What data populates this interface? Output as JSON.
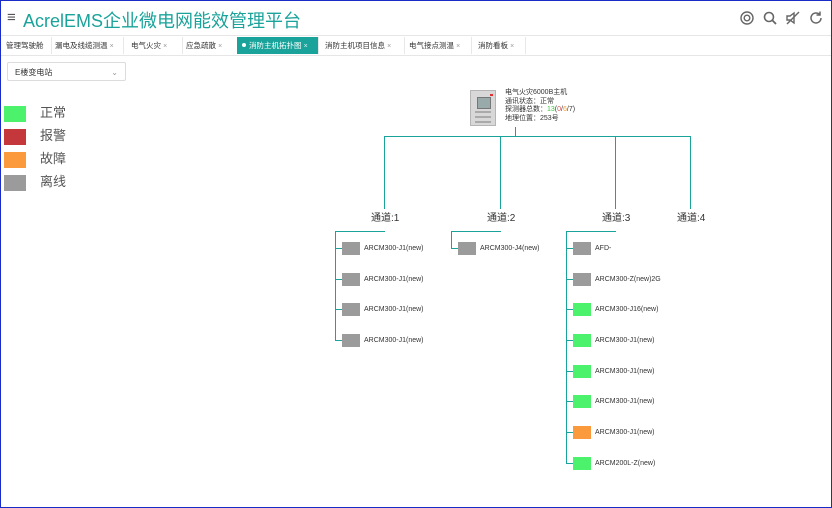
{
  "header": {
    "menu_icon": "hamburger-icon",
    "title": "AcrelEMS企业微电网能效管理平台",
    "icons": [
      "support-icon",
      "search-icon",
      "mute-icon",
      "refresh-icon"
    ]
  },
  "tabs": [
    {
      "label": "管理驾驶舱",
      "closable": false,
      "active": false
    },
    {
      "label": "漏电及线缆测温",
      "closable": true,
      "active": false
    },
    {
      "label": "电气火灾",
      "closable": true,
      "active": false
    },
    {
      "label": "应急疏散",
      "closable": true,
      "active": false
    },
    {
      "label": "消防主机拓扑图",
      "closable": true,
      "active": true
    },
    {
      "label": "消防主机项目信息",
      "closable": true,
      "active": false
    },
    {
      "label": "电气接点测温",
      "closable": true,
      "active": false
    },
    {
      "label": "消防看板",
      "closable": true,
      "active": false
    }
  ],
  "tab_close_symbol": "×",
  "station_select": {
    "value": "E楼变电站",
    "icon": "chevron-down-icon"
  },
  "legend": [
    {
      "label": "正常",
      "color": "#4cf26b"
    },
    {
      "label": "报警",
      "color": "#c4383b"
    },
    {
      "label": "故障",
      "color": "#fa9a3c"
    },
    {
      "label": "离线",
      "color": "#9b9b9b"
    }
  ],
  "host": {
    "name": "电气火灾6000B主机",
    "comm_status_label": "通讯状态：",
    "comm_status": "正常",
    "detector_label": "探测器总数：",
    "detector_total": "13",
    "detector_open": "(",
    "detector_alarm": "0",
    "detector_sep1": "/",
    "detector_fault": "6",
    "detector_sep2": "/",
    "detector_offline": "7",
    "detector_close": ")",
    "location_label": "地理位置：",
    "location": "253号"
  },
  "channels": [
    {
      "label": "通道:1",
      "nodes": [
        {
          "label": "ARCM300-J1(new)",
          "status": "offline"
        },
        {
          "label": "ARCM300-J1(new)",
          "status": "offline"
        },
        {
          "label": "ARCM300-J1(new)",
          "status": "offline"
        },
        {
          "label": "ARCM300-J1(new)",
          "status": "offline"
        }
      ]
    },
    {
      "label": "通道:2",
      "nodes": [
        {
          "label": "ARCM300-J4(new)",
          "status": "offline"
        }
      ]
    },
    {
      "label": "通道:3",
      "nodes": [
        {
          "label": "AFD-",
          "status": "offline"
        },
        {
          "label": "ARCM300-Z(new)2G",
          "status": "offline"
        },
        {
          "label": "ARCM300-J16(new)",
          "status": "normal"
        },
        {
          "label": "ARCM300-J1(new)",
          "status": "normal"
        },
        {
          "label": "ARCM300-J1(new)",
          "status": "normal"
        },
        {
          "label": "ARCM300-J1(new)",
          "status": "normal"
        },
        {
          "label": "ARCM300-J1(new)",
          "status": "fault"
        },
        {
          "label": "ARCM200L-Z(new)",
          "status": "normal"
        }
      ]
    },
    {
      "label": "通道:4",
      "nodes": []
    }
  ],
  "status_colors": {
    "normal": "#4cf26b",
    "alarm": "#c4383b",
    "fault": "#fa9a3c",
    "offline": "#9b9b9b"
  }
}
